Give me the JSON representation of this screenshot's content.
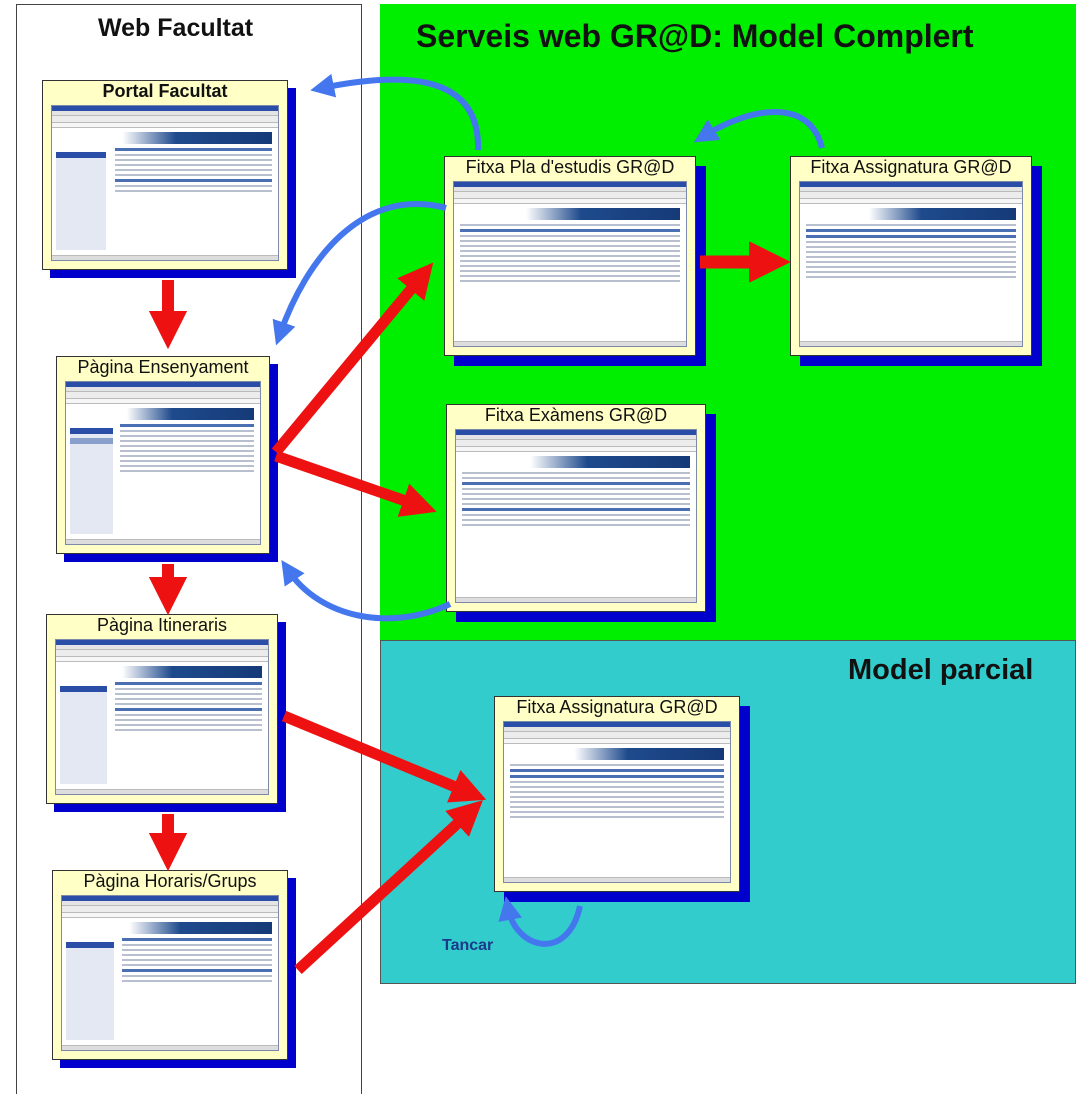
{
  "sections": {
    "web_facultat": "Web Facultat",
    "model_complert": "Serveis web GR@D: Model Complert",
    "model_parcial": "Model parcial"
  },
  "cards": {
    "portal_facultat": "Portal Facultat",
    "pagina_ensenyament": "Pàgina Ensenyament",
    "pagina_itineraris": "Pàgina Itineraris",
    "pagina_horaris": "Pàgina Horaris/Grups",
    "fitxa_pla": "Fitxa Pla d'estudis GR@D",
    "fitxa_assignatura": "Fitxa Assignatura GR@D",
    "fitxa_examens": "Fitxa Exàmens GR@D",
    "fitxa_assignatura_parcial": "Fitxa Assignatura GR@D"
  },
  "labels": {
    "tancar": "Tancar"
  },
  "colors": {
    "model_complert_bg": "#00ee00",
    "model_parcial_bg": "#33cccc",
    "card_bg": "#ffffc6",
    "card_shadow": "#0000cc",
    "arrow_red": "#ee1111",
    "arrow_blue": "#4477ee"
  }
}
